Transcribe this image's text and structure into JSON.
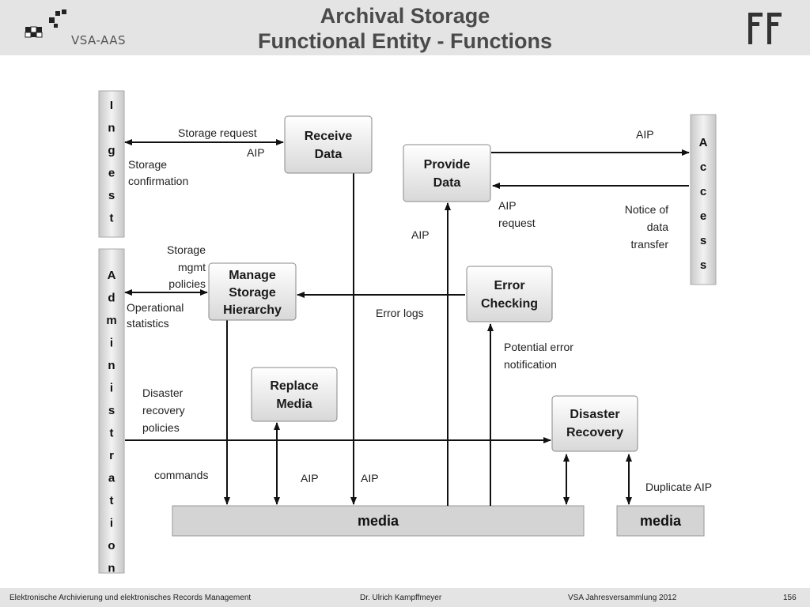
{
  "header": {
    "title_line1": "Archival Storage",
    "title_line2": "Functional Entity - Functions",
    "logo_text": "VSA-AAS"
  },
  "diagram": {
    "sides": {
      "ingest": [
        "I",
        "n",
        "g",
        "e",
        "s",
        "t"
      ],
      "administration": [
        "A",
        "d",
        "m",
        "i",
        "n",
        "i",
        "s",
        "t",
        "r",
        "a",
        "t",
        "i",
        "o",
        "n"
      ],
      "access": [
        "A",
        "c",
        "c",
        "e",
        "s",
        "s"
      ]
    },
    "boxes": {
      "receive_data": [
        "Receive",
        "Data"
      ],
      "provide_data": [
        "Provide",
        "Data"
      ],
      "manage_storage": [
        "Manage",
        "Storage",
        "Hierarchy"
      ],
      "error_checking": [
        "Error",
        "Checking"
      ],
      "replace_media": [
        "Replace",
        "Media"
      ],
      "disaster_recovery": [
        "Disaster",
        "Recovery"
      ]
    },
    "media_labels": [
      "media",
      "media"
    ],
    "labels": {
      "storage_request": "Storage request",
      "aip_receive": "AIP",
      "storage_confirmation": [
        "Storage",
        "confirmation"
      ],
      "aip_access": "AIP",
      "aip_request": [
        "AIP",
        "request"
      ],
      "notice": [
        "Notice of",
        "data",
        "transfer"
      ],
      "aip_provide": "AIP",
      "storage_mgmt": [
        "Storage",
        "mgmt",
        "policies"
      ],
      "operational": [
        "Operational",
        "statistics"
      ],
      "error_logs": "Error logs",
      "potential_error": [
        "Potential error",
        "notification"
      ],
      "disaster_policies": [
        "Disaster",
        "recovery",
        "policies"
      ],
      "commands": "commands",
      "aip_replace": "AIP",
      "aip_media": "AIP",
      "duplicate_aip": "Duplicate AIP"
    }
  },
  "footer": {
    "left": "Elektronische Archivierung und elektronisches Records Management",
    "center": "Dr. Ulrich Kampffmeyer",
    "right": "VSA Jahresversammlung 2012",
    "page": "156"
  }
}
